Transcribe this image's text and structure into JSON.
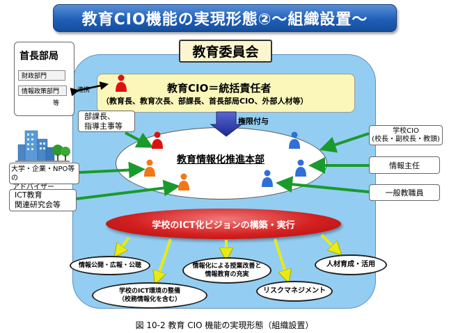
{
  "title": "教育CIO機能の実現形態②〜組織設置〜",
  "board": {
    "label": "教育委員会"
  },
  "cio": {
    "title": "教育CIO＝統括責任者",
    "members": "（教育長、教育次長、部課長、首長部局CIO、外部人材等）"
  },
  "mayor": {
    "title": "首長部局",
    "departments": [
      "財政部門",
      "情報政策部門"
    ],
    "etc": "等",
    "liaison": "連携"
  },
  "dept_heads": {
    "line1": "部課長、",
    "line2": "指導主事等"
  },
  "authority": "権限付与",
  "promotion": "教育情報化推進本部",
  "vision": "学校のICT化ビジョンの構築・実行",
  "left_partners": {
    "univ_line1": "大学・企業・NPO等の",
    "univ_line2": "アドバイザー",
    "ict_line1": "ICT教育",
    "ict_line2": "関連研究会等"
  },
  "right_partners": {
    "school_cio_line1": "学校CIO",
    "school_cio_line2": "(校長・副校長・教頭)",
    "info_chief": "情報主任",
    "staff": "一般教職員"
  },
  "outcomes": {
    "disclosure": "情報公開・広報・公聴",
    "env_line1": "学校のICT環境の整備",
    "env_line2": "（校務情報化を含む）",
    "class_line1": "情報化による授業改善と",
    "class_line2": "情報教育の充実",
    "risk": "リスクマネジメント",
    "hr": "人材育成・活用"
  },
  "caption": "図 10-2 教育 CIO 機能の実現形態（組織設置）",
  "colors": {
    "banner": "#1f5fb8",
    "board_bg": "#93cef2",
    "cio_bg": "#fbf7ba",
    "arrow_green": "#1a9a2c",
    "arrow_yellow": "#e8ea14",
    "vision_red": "#d42020",
    "person_red": "#e01010",
    "person_orange": "#f07818",
    "person_blue": "#2f6fd8"
  }
}
